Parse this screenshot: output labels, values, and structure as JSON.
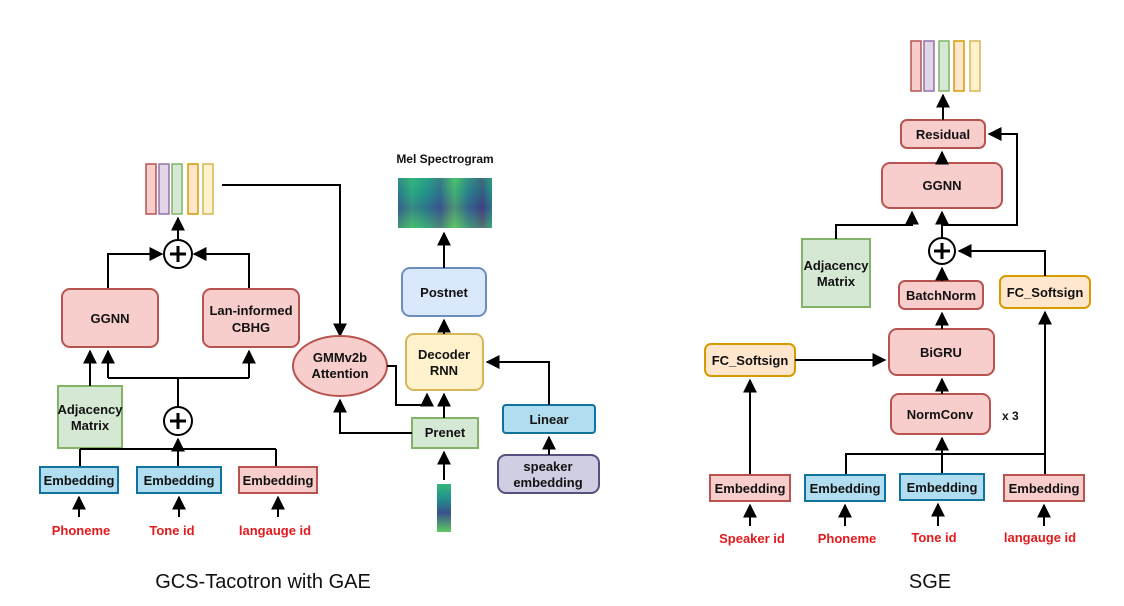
{
  "left": {
    "caption": "GCS-Tacotron with GAE",
    "mel_title": "Mel Spectrogram",
    "ggnn": "GGNN",
    "cbhg_line1": "Lan-informed",
    "cbhg_line2": "CBHG",
    "adj_line1": "Adjacency",
    "adj_line2": "Matrix",
    "emb1": "Embedding",
    "emb2": "Embedding",
    "emb3": "Embedding",
    "in1": "Phoneme",
    "in2": "Tone id",
    "in3": "langauge id",
    "attn_line1": "GMMv2b",
    "attn_line2": "Attention",
    "decoder_line1": "Decoder",
    "decoder_line2": "RNN",
    "postnet": "Postnet",
    "prenet": "Prenet",
    "linear": "Linear",
    "spk_line1": "speaker",
    "spk_line2": "embedding"
  },
  "right": {
    "caption": "SGE",
    "residual": "Residual",
    "ggnn": "GGNN",
    "adj_line1": "Adjacency",
    "adj_line2": "Matrix",
    "batchnorm": "BatchNorm",
    "bigru": "BiGRU",
    "normconv": "NormConv",
    "repeat": "x 3",
    "fc1": "FC_Softsign",
    "fc2": "FC_Softsign",
    "emb1": "Embedding",
    "emb2": "Embedding",
    "emb3": "Embedding",
    "emb4": "Embedding",
    "in1": "Speaker id",
    "in2": "Phoneme",
    "in3": "Tone id",
    "in4": "langauge id"
  },
  "colors": {
    "red_fill": "#f8cecc",
    "red_stroke": "#b85450",
    "green_fill": "#d5e8d4",
    "green_stroke": "#82b366",
    "blue_fill": "#dae8fc",
    "blue_stroke": "#6c8ebf",
    "yellow_fill": "#fff2cc",
    "yellow_stroke": "#d6b656",
    "orange_fill": "#ffe6cc",
    "orange_stroke": "#d79b00",
    "purple_fill": "#d0cee2",
    "purple_stroke": "#56517e",
    "teal_fill": "#b1ddf0",
    "teal_stroke": "#10739e",
    "input_text": "#e31a1c"
  }
}
